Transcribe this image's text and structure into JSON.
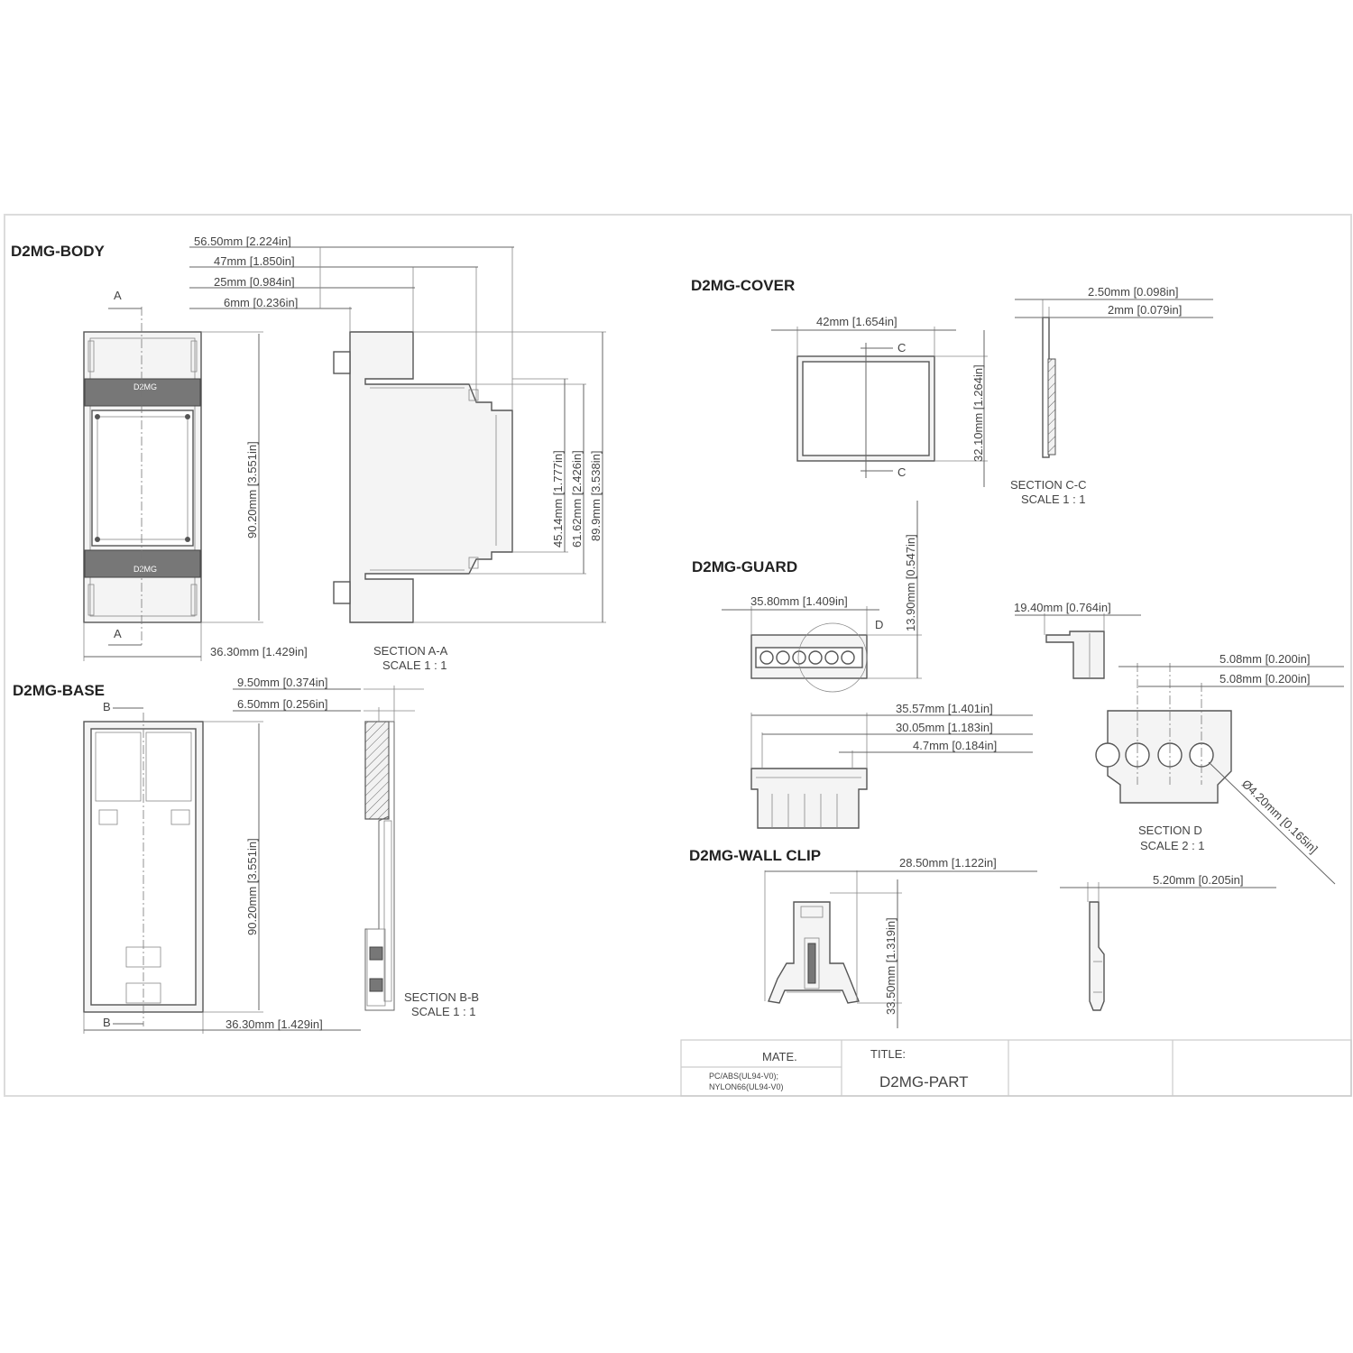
{
  "titles": {
    "body": "D2MG-BODY",
    "base": "D2MG-BASE",
    "cover": "D2MG-COVER",
    "guard": "D2MG-GUARD",
    "wall_clip": "D2MG-WALL CLIP"
  },
  "sections": {
    "aa": {
      "name": "SECTION A-A",
      "scale": "SCALE 1 : 1"
    },
    "bb": {
      "name": "SECTION B-B",
      "scale": "SCALE 1 : 1"
    },
    "cc": {
      "name": "SECTION C-C",
      "scale": "SCALE 1 : 1"
    },
    "d": {
      "name": "SECTION  D",
      "scale": "SCALE 2 : 1"
    }
  },
  "markers": {
    "a": "A",
    "b": "B",
    "c": "C",
    "d": "D"
  },
  "dims": {
    "body_top_1": "56.50mm [2.224in]",
    "body_top_2": "47mm [1.850in]",
    "body_top_3": "25mm [0.984in]",
    "body_top_4": "6mm [0.236in]",
    "body_height": "90.20mm [3.551in]",
    "body_width": "36.30mm [1.429in]",
    "aa_1": "45.14mm [1.777in]",
    "aa_2": "61.62mm [2.426in]",
    "aa_3": "89.9mm [3.538in]",
    "base_1": "9.50mm [0.374in]",
    "base_2": "6.50mm [0.256in]",
    "base_height": "90.20mm [3.551in]",
    "base_width": "36.30mm [1.429in]",
    "cover_width": "42mm [1.654in]",
    "cover_height": "32.10mm [1.264in]",
    "cc_1": "2.50mm [0.098in]",
    "cc_2": "2mm [0.079in]",
    "guard_width": "35.80mm [1.409in]",
    "guard_height": "13.90mm [0.547in]",
    "guard_side": "19.40mm [0.764in]",
    "guard_pitch_1": "5.08mm [0.200in]",
    "guard_pitch_2": "5.08mm [0.200in]",
    "guard_l1": "35.57mm [1.401in]",
    "guard_l2": "30.05mm [1.183in]",
    "guard_l3": "4.7mm [0.184in]",
    "hole_dia": "Ø4.20mm [0.165in]",
    "clip_width": "28.50mm [1.122in]",
    "clip_height": "33.50mm [1.319in]",
    "clip_side": "5.20mm [0.205in]"
  },
  "title_block": {
    "mate_label": "MATE.",
    "mate_value_1": "PC/ABS(UL94-V0);",
    "mate_value_2": "NYLON66(UL94-V0)",
    "title_label": "TITLE:",
    "title_value": "D2MG-PART"
  },
  "small_labels": {
    "body_label_top": "D2MG",
    "body_label_bottom": "D2MG"
  }
}
